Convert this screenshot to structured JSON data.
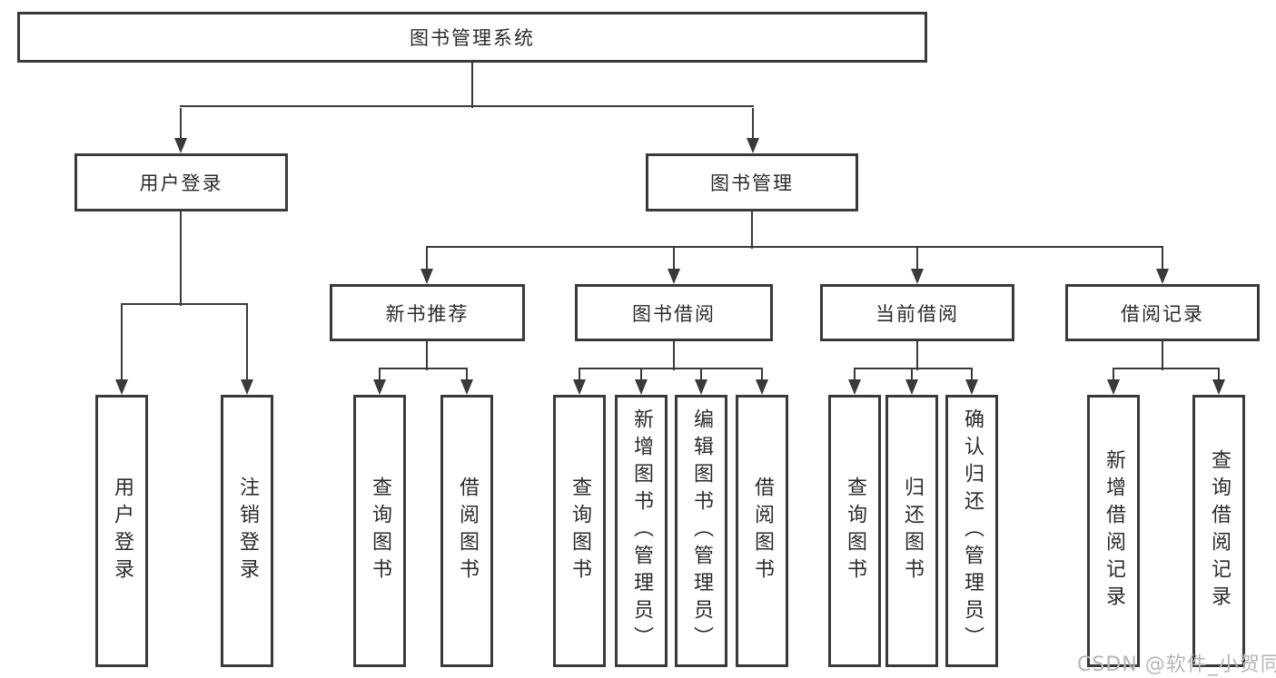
{
  "tree": {
    "label": "图书管理系统",
    "children": [
      {
        "label": "用户登录",
        "children": [
          {
            "label": "用户登录"
          },
          {
            "label": "注销登录"
          }
        ]
      },
      {
        "label": "图书管理",
        "children": [
          {
            "label": "新书推荐",
            "children": [
              {
                "label": "查询图书"
              },
              {
                "label": "借阅图书"
              }
            ]
          },
          {
            "label": "图书借阅",
            "children": [
              {
                "label": "查询图书"
              },
              {
                "label": "新增图书（管理员）"
              },
              {
                "label": "编辑图书（管理员）"
              },
              {
                "label": "借阅图书"
              }
            ]
          },
          {
            "label": "当前借阅",
            "children": [
              {
                "label": "查询图书"
              },
              {
                "label": "归还图书"
              },
              {
                "label": "确认归还（管理员）"
              }
            ]
          },
          {
            "label": "借阅记录",
            "children": [
              {
                "label": "新增借阅记录"
              },
              {
                "label": "查询借阅记录"
              }
            ]
          }
        ]
      }
    ]
  },
  "watermark": {
    "text": "CSDN @软件_小贺同学"
  },
  "colors": {
    "line": "#3a3a3a",
    "box_border": "#3a3a3a",
    "box_background": "#ffffff",
    "text": "#2b2b2b",
    "watermark": "#b6b6b6",
    "page_background": "#ffffff"
  }
}
